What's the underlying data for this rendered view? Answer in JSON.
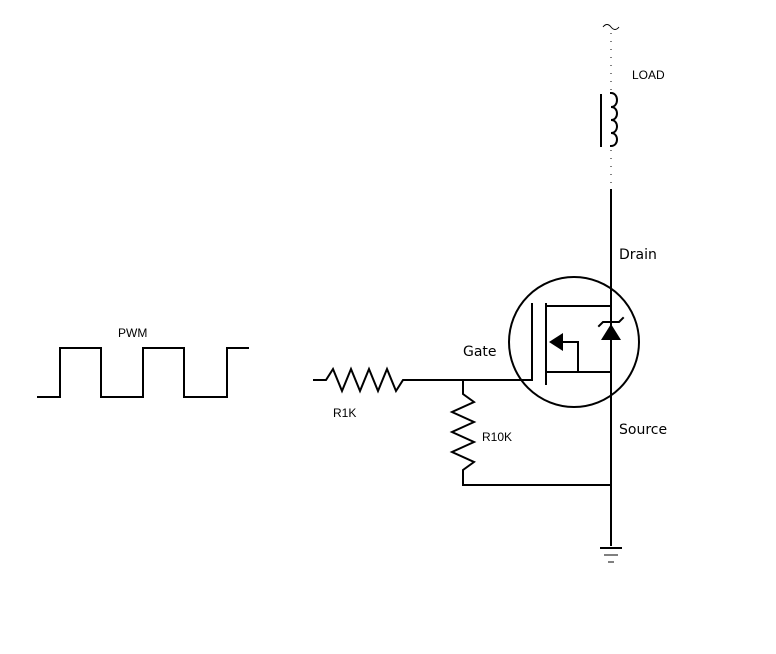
{
  "labels": {
    "load": "LOAD",
    "drain": "Drain",
    "gate": "Gate",
    "source": "Source",
    "pwm": "PWM",
    "r1": "R1K",
    "r2": "R10K"
  },
  "colors": {
    "line": "#000000",
    "background": "#ffffff"
  }
}
